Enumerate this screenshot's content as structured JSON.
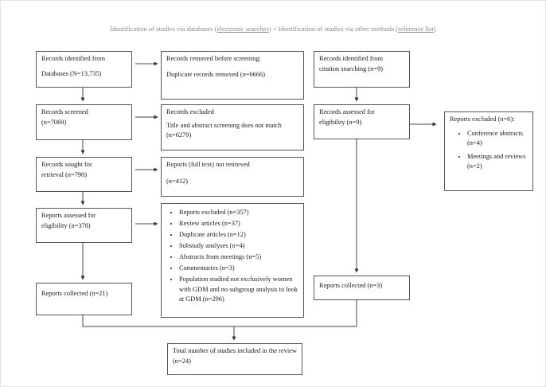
{
  "header": {
    "part1": "Identification of studies via databases (",
    "link1": "electronic searches",
    "part2": ") + Identification of studies via other methods (",
    "link2": "reference list",
    "part3": ")"
  },
  "boxes": {
    "identified_db": {
      "line1": "Records identified from",
      "line2": "Databases (N=13,735)"
    },
    "removed": {
      "line1": "Records removed before screening:",
      "line2": "Duplicate records removed (n=6666)"
    },
    "citation": {
      "line1": "Records identified from",
      "line2": "citation searching (n=9)"
    },
    "screened": {
      "line1": "Records screened",
      "line2": "(n=7069)"
    },
    "excluded": {
      "line1": "Records excluded",
      "line2": "Title and abstract screening does not match (n=6279)"
    },
    "assessed_other": {
      "line1": "Records assessed for",
      "line2": "eligibility (n=9)"
    },
    "reports_excluded_other": {
      "title": "Reports excluded (n=6):",
      "items": [
        "Conference abstracts (n=4)",
        "Meetings and reviews (n=2)"
      ]
    },
    "sought": {
      "line1": "Records sought for",
      "line2": "retrieval (n=790)"
    },
    "not_retrieved": {
      "line1": "Reports (full text) not retrieved",
      "line2": "(n=412)"
    },
    "assessed_db": {
      "line1": "Reports assessed for",
      "line2": "eligibility (n=378)"
    },
    "reports_excluded_db": {
      "items": [
        "Reports excluded (n=357)",
        "Review articles (n=37)",
        "Duplicate articles (n=12)",
        "Substudy analyses (n=4)",
        "Abstracts from meetings (n=5)",
        "Commentaries (n=3)",
        "Population studied not exclusively women with GDM and no subgroup analysis to look at GDM (n=296)"
      ]
    },
    "collected_db": {
      "text": "Reports collected (n=21)"
    },
    "collected_other": {
      "text": "Reports collected (n=3)"
    },
    "total": {
      "text": "Total number of studies included in the review (n=24)"
    }
  }
}
